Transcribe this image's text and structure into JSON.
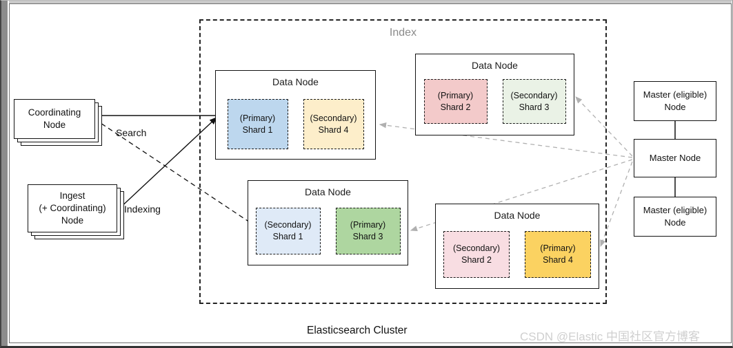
{
  "diagram": {
    "title": "Elasticsearch Cluster",
    "index_label": "Index",
    "watermark": "CSDN @Elastic 中国社区官方博客"
  },
  "colors": {
    "shard_primary_1": "#bdd7ee",
    "shard_secondary_4": "#fdeeca",
    "shard_primary_2": "#f3caca",
    "shard_secondary_3": "#eaf2e6",
    "shard_secondary_1": "#dfeaf7",
    "shard_primary_3": "#aed6a0",
    "shard_secondary_2": "#f8dde2",
    "shard_primary_4": "#fbd261",
    "node_border": "#111111",
    "index_border": "#222222",
    "link_solid": "#111111",
    "link_dashed_gray": "#b0b0b0",
    "index_label": "#8a8a8a",
    "watermark": "#cfcfcf"
  },
  "client_nodes": [
    {
      "name": "coordinating-node",
      "lines": [
        "Coordinating",
        "Node"
      ]
    },
    {
      "name": "ingest-node",
      "lines": [
        "Ingest",
        "(+ Coordinating)",
        "Node"
      ]
    }
  ],
  "edges": {
    "search_label": "Search",
    "indexing_label": "Indexing"
  },
  "data_nodes": [
    {
      "title": "Data Node",
      "shards": [
        {
          "role": "(Primary)",
          "name": "Shard 1",
          "color": "#bdd7ee"
        },
        {
          "role": "(Secondary)",
          "name": "Shard 4",
          "color": "#fdeeca"
        }
      ]
    },
    {
      "title": "Data Node",
      "shards": [
        {
          "role": "(Primary)",
          "name": "Shard 2",
          "color": "#f3caca"
        },
        {
          "role": "(Secondary)",
          "name": "Shard 3",
          "color": "#eaf2e6"
        }
      ]
    },
    {
      "title": "Data Node",
      "shards": [
        {
          "role": "(Secondary)",
          "name": "Shard 1",
          "color": "#dfeaf7"
        },
        {
          "role": "(Primary)",
          "name": "Shard 3",
          "color": "#aed6a0"
        }
      ]
    },
    {
      "title": "Data Node",
      "shards": [
        {
          "role": "(Secondary)",
          "name": "Shard 2",
          "color": "#f8dde2"
        },
        {
          "role": "(Primary)",
          "name": "Shard 4",
          "color": "#fbd261"
        }
      ]
    }
  ],
  "master_nodes": [
    {
      "lines": [
        "Master (eligible)",
        "Node"
      ]
    },
    {
      "lines": [
        "Master Node"
      ]
    },
    {
      "lines": [
        "Master (eligible)",
        "Node"
      ]
    }
  ]
}
